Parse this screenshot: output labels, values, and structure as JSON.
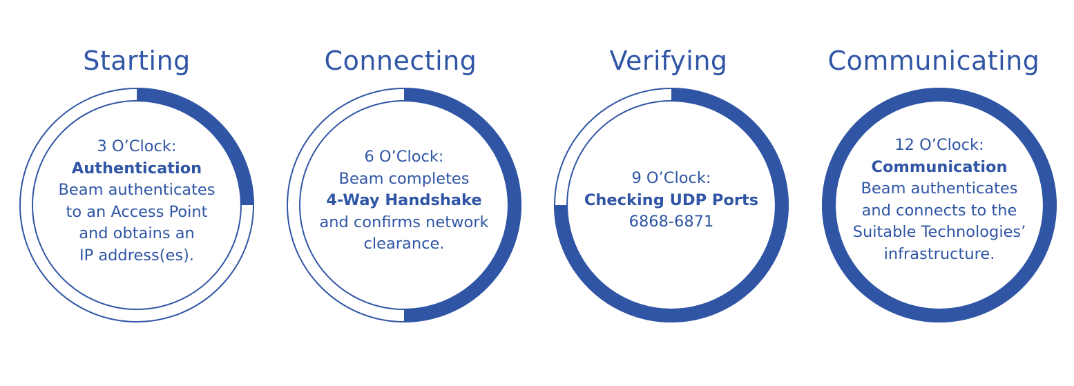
{
  "colors": {
    "accent": "#2f55a4",
    "background": "#ffffff"
  },
  "stages": [
    {
      "title": "Starting",
      "progress": 0.25,
      "lines": [
        {
          "text": "3 O’Clock:",
          "bold": false
        },
        {
          "text": "Authentication",
          "bold": true
        },
        {
          "text": "Beam authenticates",
          "bold": false
        },
        {
          "text": "to an Access Point",
          "bold": false
        },
        {
          "text": "and obtains an",
          "bold": false
        },
        {
          "text": "IP address(es).",
          "bold": false
        }
      ]
    },
    {
      "title": "Connecting",
      "progress": 0.5,
      "lines": [
        {
          "text": "6 O’Clock:",
          "bold": false
        },
        {
          "text": "Beam completes",
          "bold": false
        },
        {
          "text": "4-Way Handshake",
          "bold": true
        },
        {
          "text": "and confirms network",
          "bold": false
        },
        {
          "text": "clearance.",
          "bold": false
        }
      ]
    },
    {
      "title": "Verifying",
      "progress": 0.75,
      "lines": [
        {
          "text": "9 O’Clock:",
          "bold": false
        },
        {
          "text": "Checking UDP Ports",
          "bold": true
        },
        {
          "text": "6868-6871",
          "bold": false
        }
      ]
    },
    {
      "title": "Communicating",
      "progress": 1.0,
      "lines": [
        {
          "text": "12 O’Clock:",
          "bold": false
        },
        {
          "text": "Communication",
          "bold": true
        },
        {
          "text": "Beam authenticates",
          "bold": false
        },
        {
          "text": "and connects to the",
          "bold": false
        },
        {
          "text": "Suitable Technologies’",
          "bold": false
        },
        {
          "text": "infrastructure.",
          "bold": false
        }
      ]
    }
  ]
}
